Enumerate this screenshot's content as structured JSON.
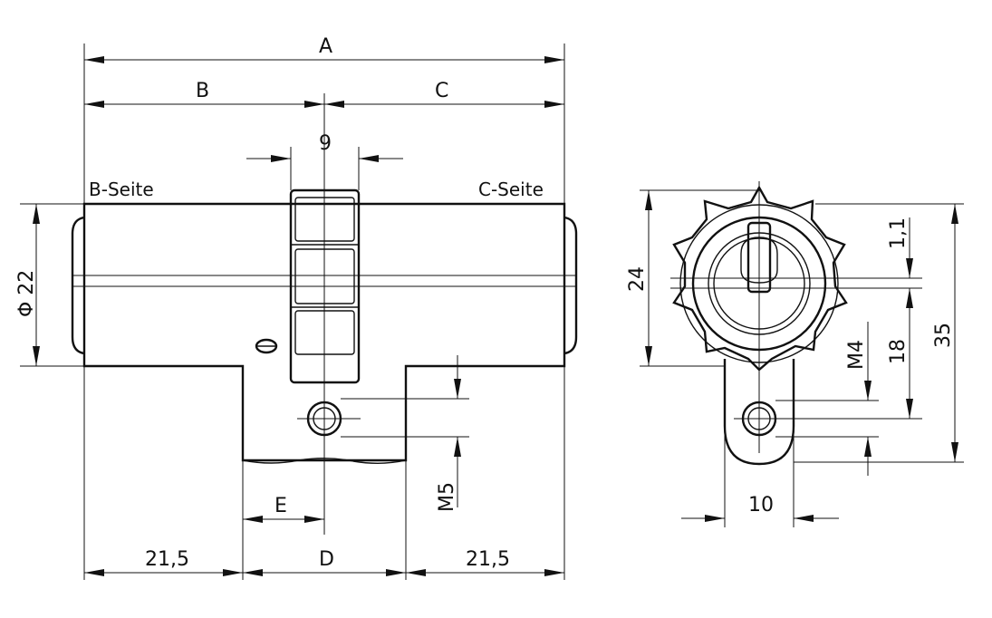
{
  "labels": {
    "A": "A",
    "B": "B",
    "C": "C",
    "D": "D",
    "E": "E",
    "nine": "9",
    "b_seite": "B-Seite",
    "c_seite": "C-Seite",
    "phi22": "Φ 22",
    "left_215": "21,5",
    "right_215": "21,5",
    "m5": "M5",
    "d24": "24",
    "d11": "1,1",
    "d18": "18",
    "m4": "M4",
    "d35": "35",
    "d10": "10"
  }
}
